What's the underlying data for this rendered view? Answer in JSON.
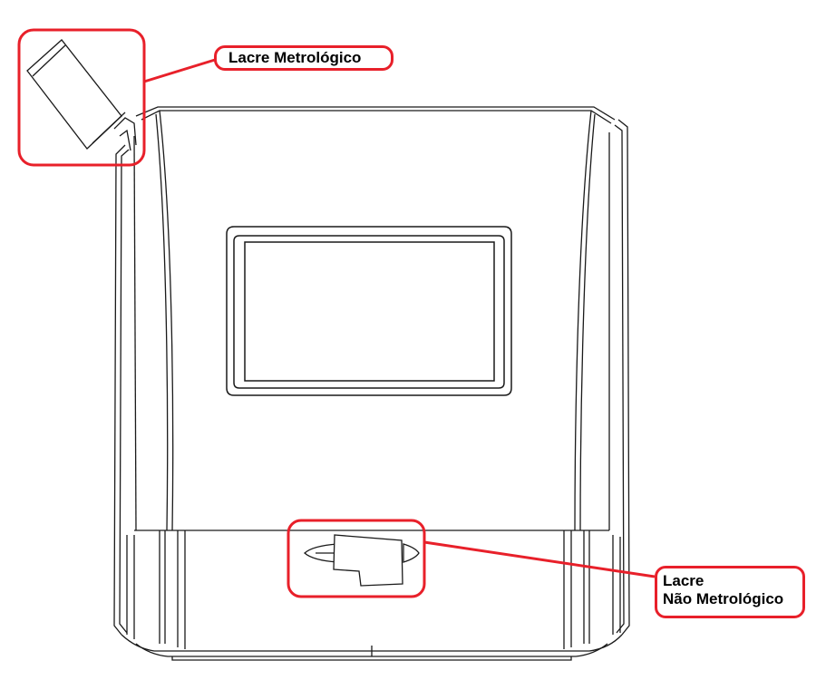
{
  "callouts": {
    "metrological_seal": {
      "label": "Lacre Metrológico"
    },
    "non_metrological_seal": {
      "line1": "Lacre",
      "line2": "Não Metrológico"
    }
  },
  "colors": {
    "highlight": "#e8202a",
    "linework": "#1a1a1a"
  }
}
